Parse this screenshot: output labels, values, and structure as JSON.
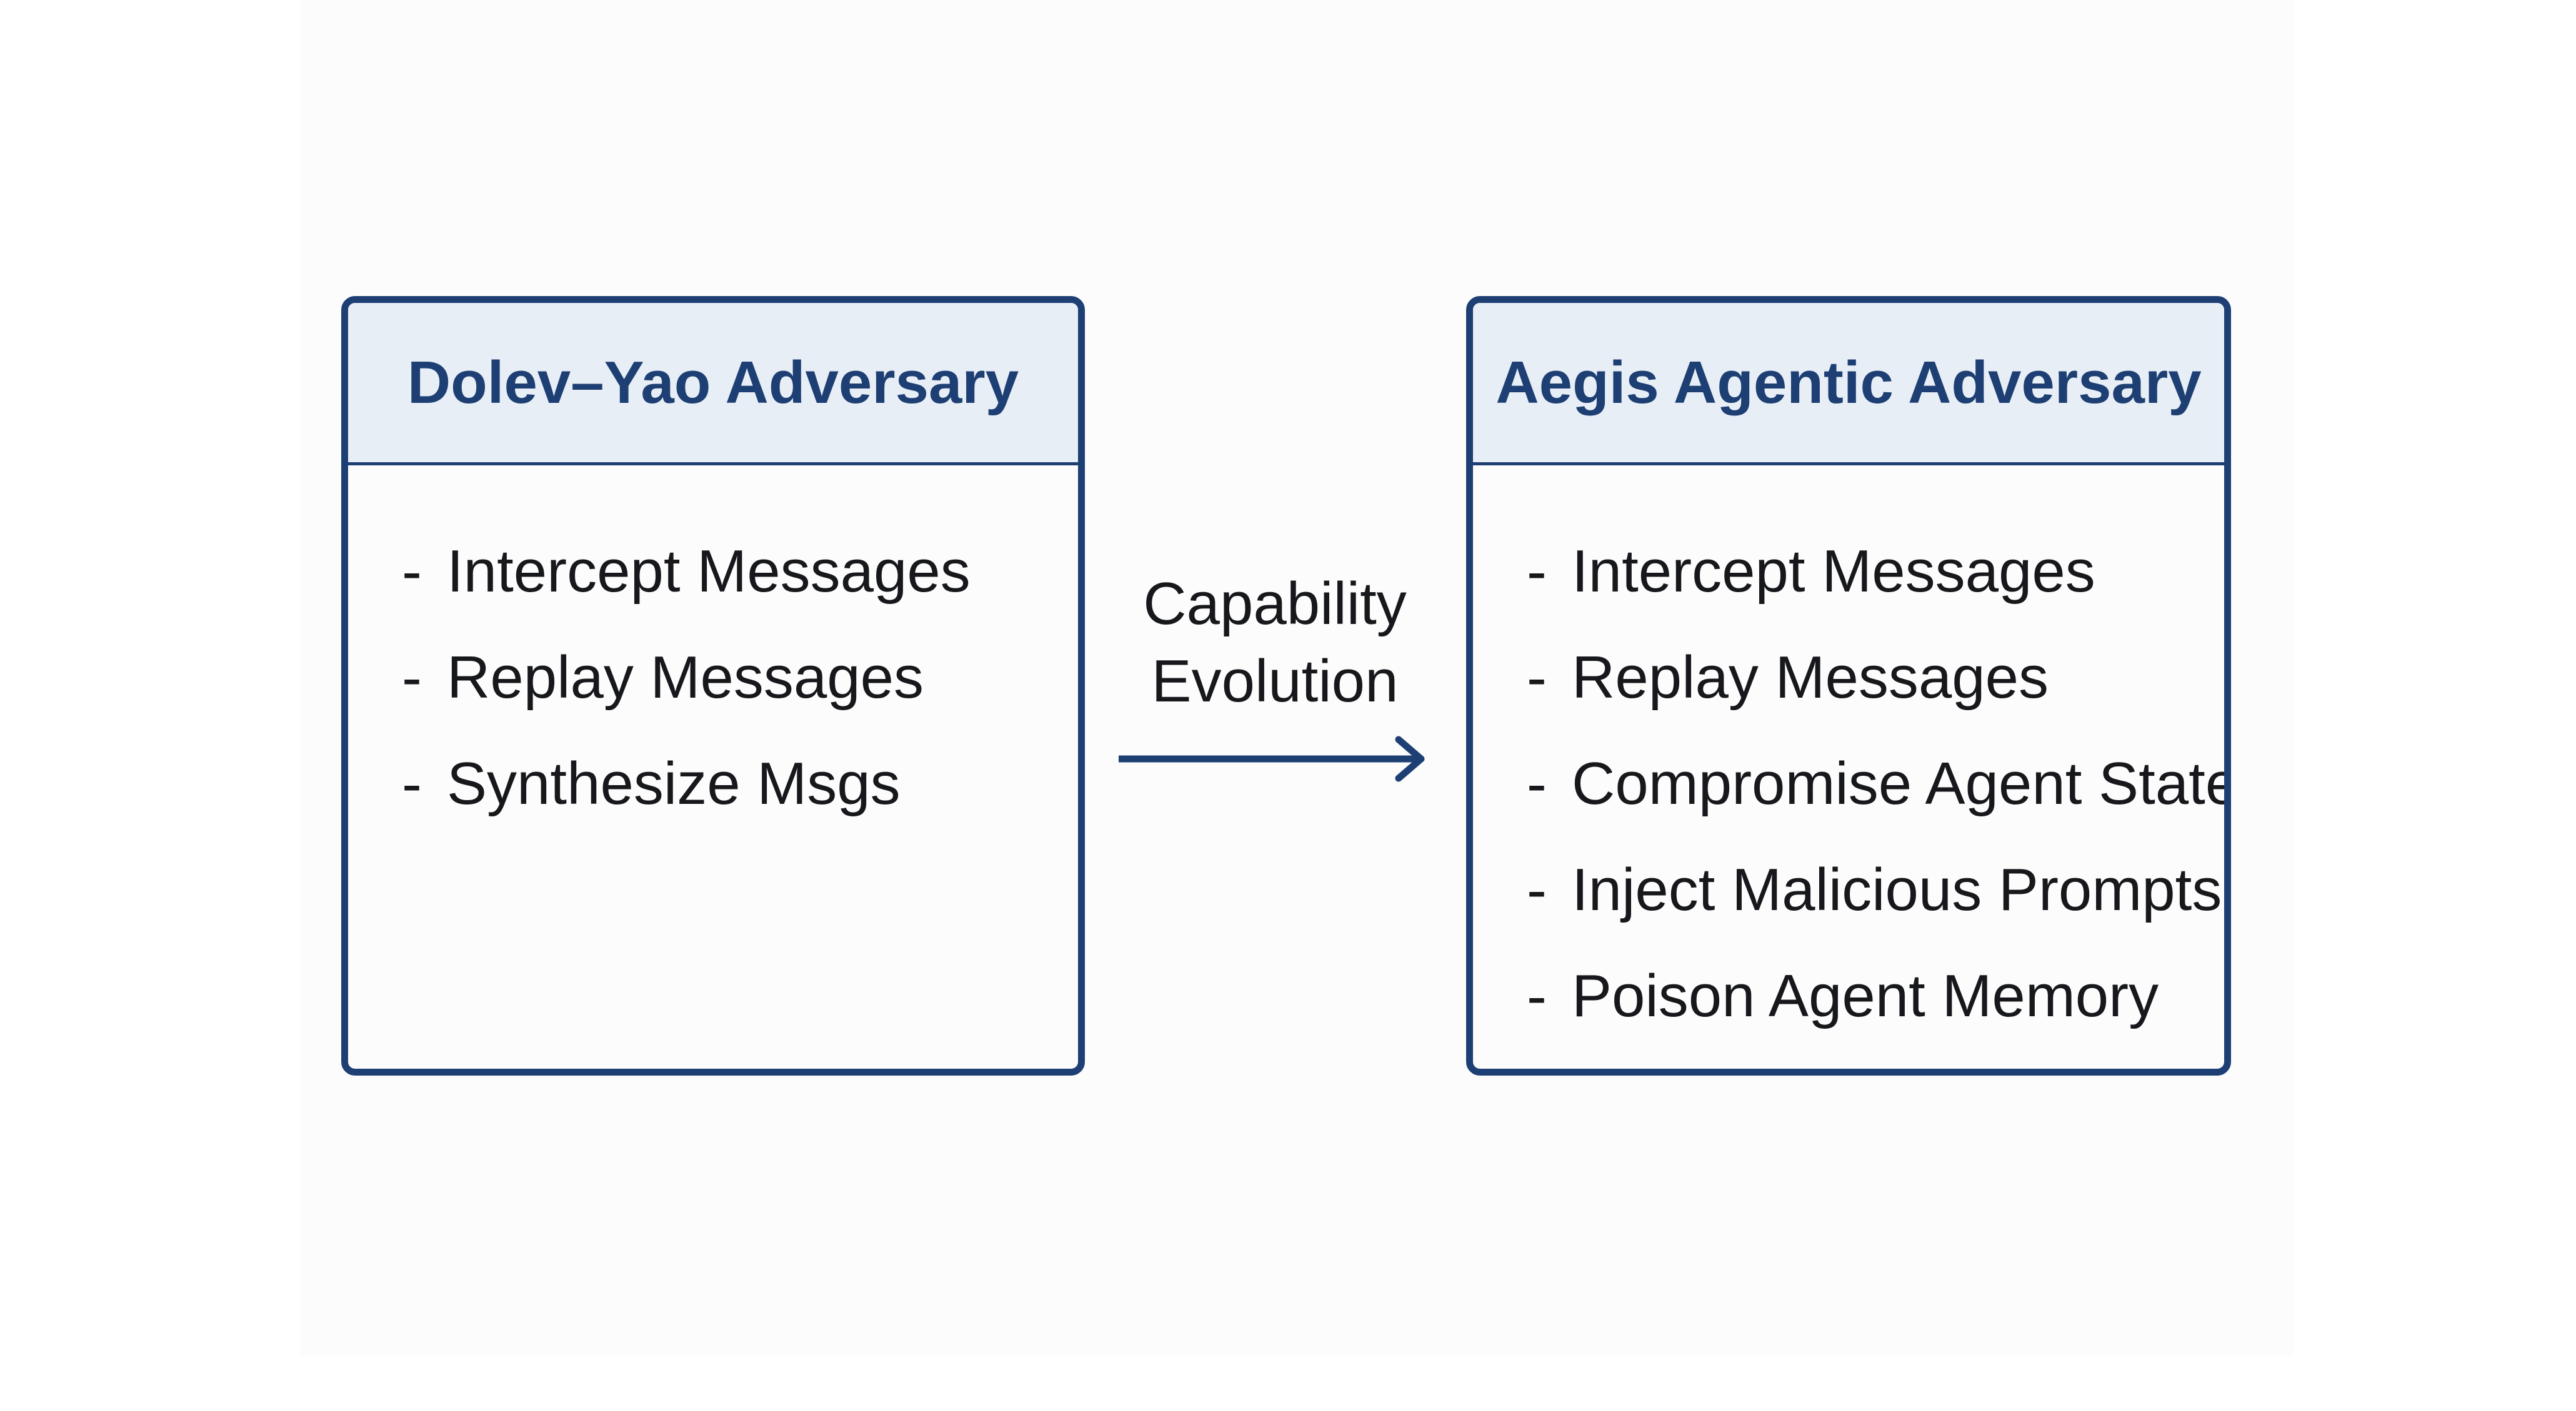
{
  "colors": {
    "border": "#1d3f73",
    "header_fill": "#e7eef6",
    "title_text": "#1d3f73",
    "body_text": "#17181b",
    "arrow": "#1d3f73"
  },
  "left_box": {
    "title": "Dolev–Yao Adversary",
    "items": [
      "Intercept Messages",
      "Replay Messages",
      "Synthesize Msgs"
    ]
  },
  "arrow": {
    "label_line1": "Capability",
    "label_line2": "Evolution",
    "icon": "right-arrow-icon"
  },
  "right_box": {
    "title": "Aegis Agentic Adversary",
    "items": [
      "Intercept Messages",
      "Replay Messages",
      "Compromise Agent State",
      "Inject Malicious Prompts",
      "Poison Agent Memory"
    ]
  },
  "bullet_marker": "-"
}
